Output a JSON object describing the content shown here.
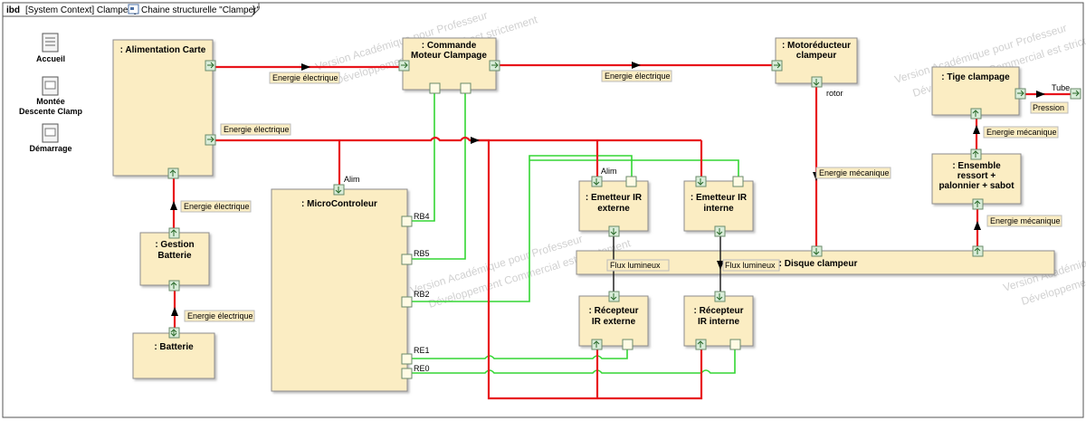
{
  "frame": {
    "keyword": "ibd",
    "title_text": "[System Context] Clamper [",
    "title_diagram": "Chaine structurelle \"Clamper\"",
    "title_end": "]"
  },
  "side_icons": [
    {
      "label": "Accueil"
    },
    {
      "label": "Montée",
      "label2": "Descente Clamp"
    },
    {
      "label": "Démarrage"
    }
  ],
  "blocks": {
    "alim_carte": ": Alimentation Carte",
    "commande_l1": ": Commande",
    "commande_l2": "Moteur Clampage",
    "motoreducteur_l1": ": Motoréducteur",
    "motoreducteur_l2": "clampeur",
    "tige": ": Tige clampage",
    "ensemble_l1": ": Ensemble",
    "ensemble_l2": "ressort +",
    "ensemble_l3": "palonnier + sabot",
    "gestion_l1": ": Gestion",
    "gestion_l2": "Batterie",
    "batterie": ": Batterie",
    "micro": ": MicroControleur",
    "emetteur_ext_l1": ": Emetteur IR",
    "emetteur_ext_l2": "externe",
    "emetteur_int_l1": ": Emetteur IR",
    "emetteur_int_l2": "interne",
    "recepteur_ext_l1": ":  Récepteur",
    "recepteur_ext_l2": "IR externe",
    "recepteur_int_l1": ":  Récepteur",
    "recepteur_int_l2": "IR interne",
    "disque": ": Disque clampeur"
  },
  "flow_labels": {
    "energie_electrique": "Energie électrique",
    "energie_mecanique": "Energie mécanique",
    "flux_lumineux": "Flux lumineux",
    "pression": "Pression"
  },
  "port_labels": {
    "rotor": "rotor",
    "alim_micro": "Alim",
    "alim_emetteur": "Alim",
    "tube": "Tube",
    "rb4": "RB4",
    "rb5": "RB5",
    "rb2": "RB2",
    "re1": "RE1",
    "re0": "RE0"
  },
  "watermark": {
    "line1": "Version Académique pour Professeur",
    "line2": "Développement Commercial est strictement"
  },
  "colors": {
    "block_fill": "#fbedc3",
    "energy_link": "#e8141b",
    "signal_link": "#33d633",
    "port_fill": "#d9edd9"
  }
}
